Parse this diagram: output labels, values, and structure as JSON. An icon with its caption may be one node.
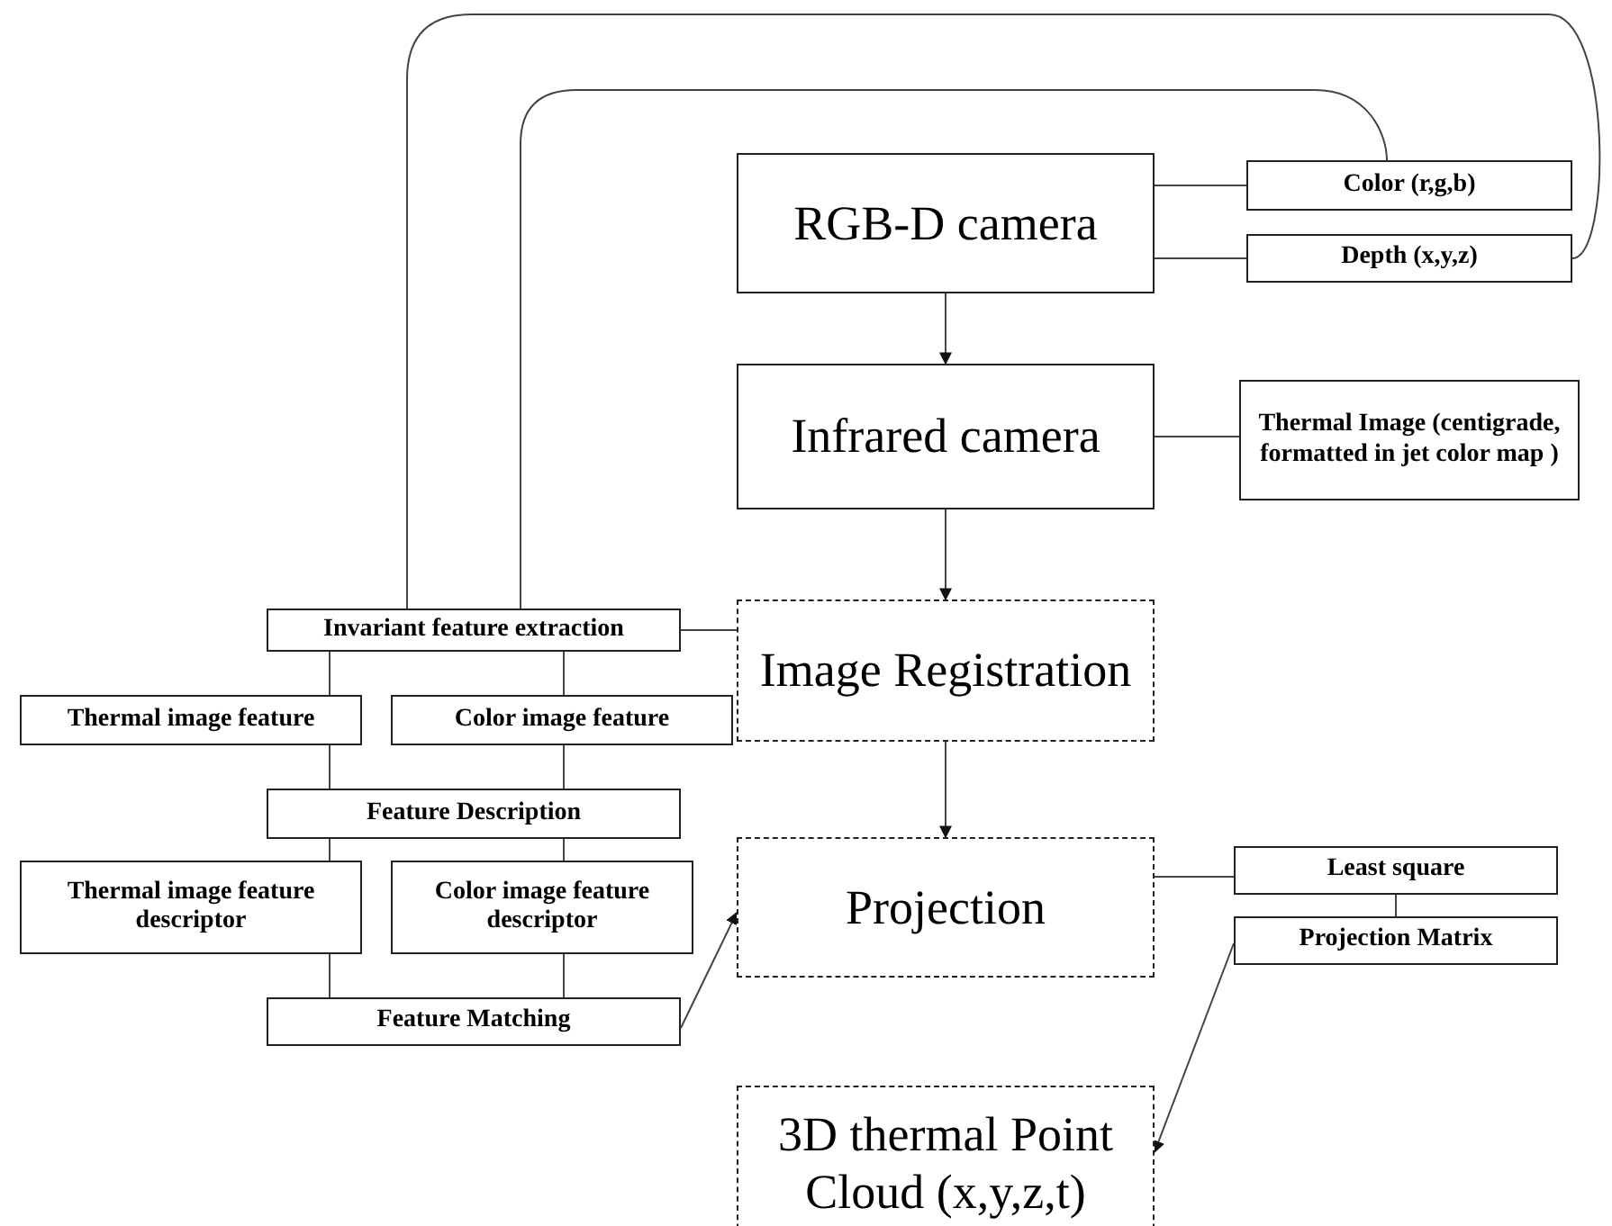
{
  "diagram": {
    "nodes": [
      {
        "text": [
          "RGB-D camera"
        ]
      },
      {
        "text": [
          "Color (r,g,b)"
        ]
      },
      {
        "text": [
          "Depth (x,y,z)"
        ]
      },
      {
        "text": [
          "Infrared camera"
        ]
      },
      {
        "text": [
          "Thermal Image (centigrade, formatted in jet color map )"
        ]
      },
      {
        "text": [
          "Invariant feature extraction"
        ]
      },
      {
        "text": [
          "Image Registration"
        ]
      },
      {
        "text": [
          "Thermal image feature"
        ]
      },
      {
        "text": [
          "Color image feature"
        ]
      },
      {
        "text": [
          "Feature Description"
        ]
      },
      {
        "text": [
          "Thermal image feature descriptor"
        ]
      },
      {
        "text": [
          "Color image feature descriptor"
        ]
      },
      {
        "text": [
          "Feature Matching"
        ]
      },
      {
        "text": [
          "Projection"
        ]
      },
      {
        "text": [
          "Least square"
        ]
      },
      {
        "text": [
          "Projection Matrix"
        ]
      },
      {
        "text": [
          "3D thermal Point Cloud (x,y,z,t)"
        ]
      }
    ],
    "edges": [
      {
        "from": 0,
        "to": 1,
        "arrow": "none"
      },
      {
        "from": 0,
        "to": 2,
        "arrow": "none"
      },
      {
        "from": 0,
        "to": 3,
        "arrow": "to"
      },
      {
        "from": 3,
        "to": 4,
        "arrow": "none"
      },
      {
        "from": 3,
        "to": 6,
        "arrow": "to"
      },
      {
        "from": 1,
        "to": 5,
        "arrow": "none"
      },
      {
        "from": 2,
        "to": 5,
        "arrow": "none"
      },
      {
        "from": 5,
        "to": 6,
        "arrow": "none"
      },
      {
        "from": 5,
        "to": 7,
        "arrow": "none"
      },
      {
        "from": 5,
        "to": 8,
        "arrow": "none"
      },
      {
        "from": 7,
        "to": 9,
        "arrow": "none"
      },
      {
        "from": 8,
        "to": 9,
        "arrow": "none"
      },
      {
        "from": 9,
        "to": 10,
        "arrow": "none"
      },
      {
        "from": 9,
        "to": 11,
        "arrow": "none"
      },
      {
        "from": 10,
        "to": 12,
        "arrow": "none"
      },
      {
        "from": 11,
        "to": 12,
        "arrow": "none"
      },
      {
        "from": 12,
        "to": 13,
        "arrow": "to"
      },
      {
        "from": 6,
        "to": 13,
        "arrow": "to"
      },
      {
        "from": 13,
        "to": 14,
        "arrow": "none"
      },
      {
        "from": 14,
        "to": 15,
        "arrow": "none"
      },
      {
        "from": 15,
        "to": 16,
        "arrow": "to"
      }
    ]
  }
}
